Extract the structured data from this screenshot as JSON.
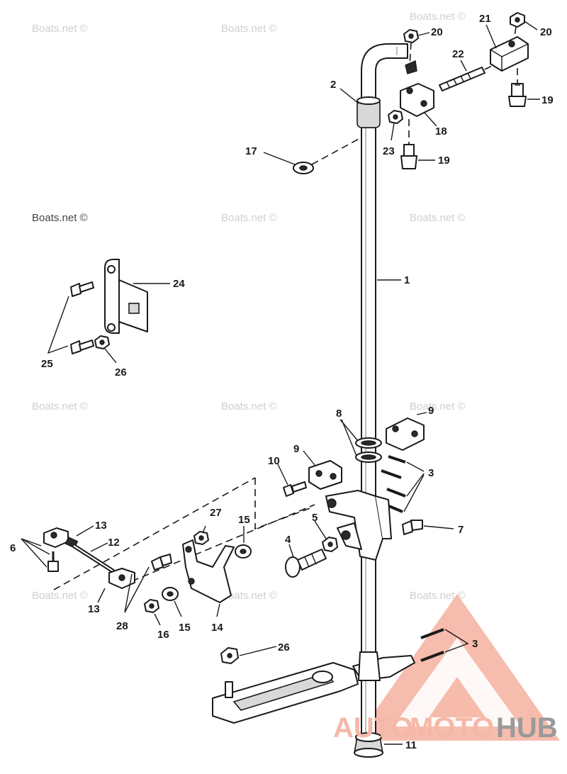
{
  "watermarks": [
    "Boats.net ©",
    "Boats.net ©",
    "Boats.net ©",
    "Boats.net ©",
    "Boats.net ©",
    "Boats.net ©",
    "Boats.net ©",
    "Boats.net ©",
    "Boats.net ©",
    "Boats.net ©",
    "Boats.net ©",
    "Boats.net ©"
  ],
  "logo": {
    "part1": "AUTO",
    "part2": "MOTO",
    "part3": "HUB"
  },
  "callouts": {
    "c1": "1",
    "c2": "2",
    "c3a": "3",
    "c3b": "3",
    "c4": "4",
    "c5": "5",
    "c6": "6",
    "c7": "7",
    "c8": "8",
    "c9a": "9",
    "c9b": "9",
    "c10": "10",
    "c11": "11",
    "c12": "12",
    "c13a": "13",
    "c13b": "13",
    "c14": "14",
    "c15a": "15",
    "c15b": "15",
    "c16": "16",
    "c17": "17",
    "c18": "18",
    "c19a": "19",
    "c19b": "19",
    "c20a": "20",
    "c20b": "20",
    "c21": "21",
    "c22": "22",
    "c23": "23",
    "c24": "24",
    "c25": "25",
    "c26a": "26",
    "c26b": "26",
    "c27": "27",
    "c28": "28"
  }
}
